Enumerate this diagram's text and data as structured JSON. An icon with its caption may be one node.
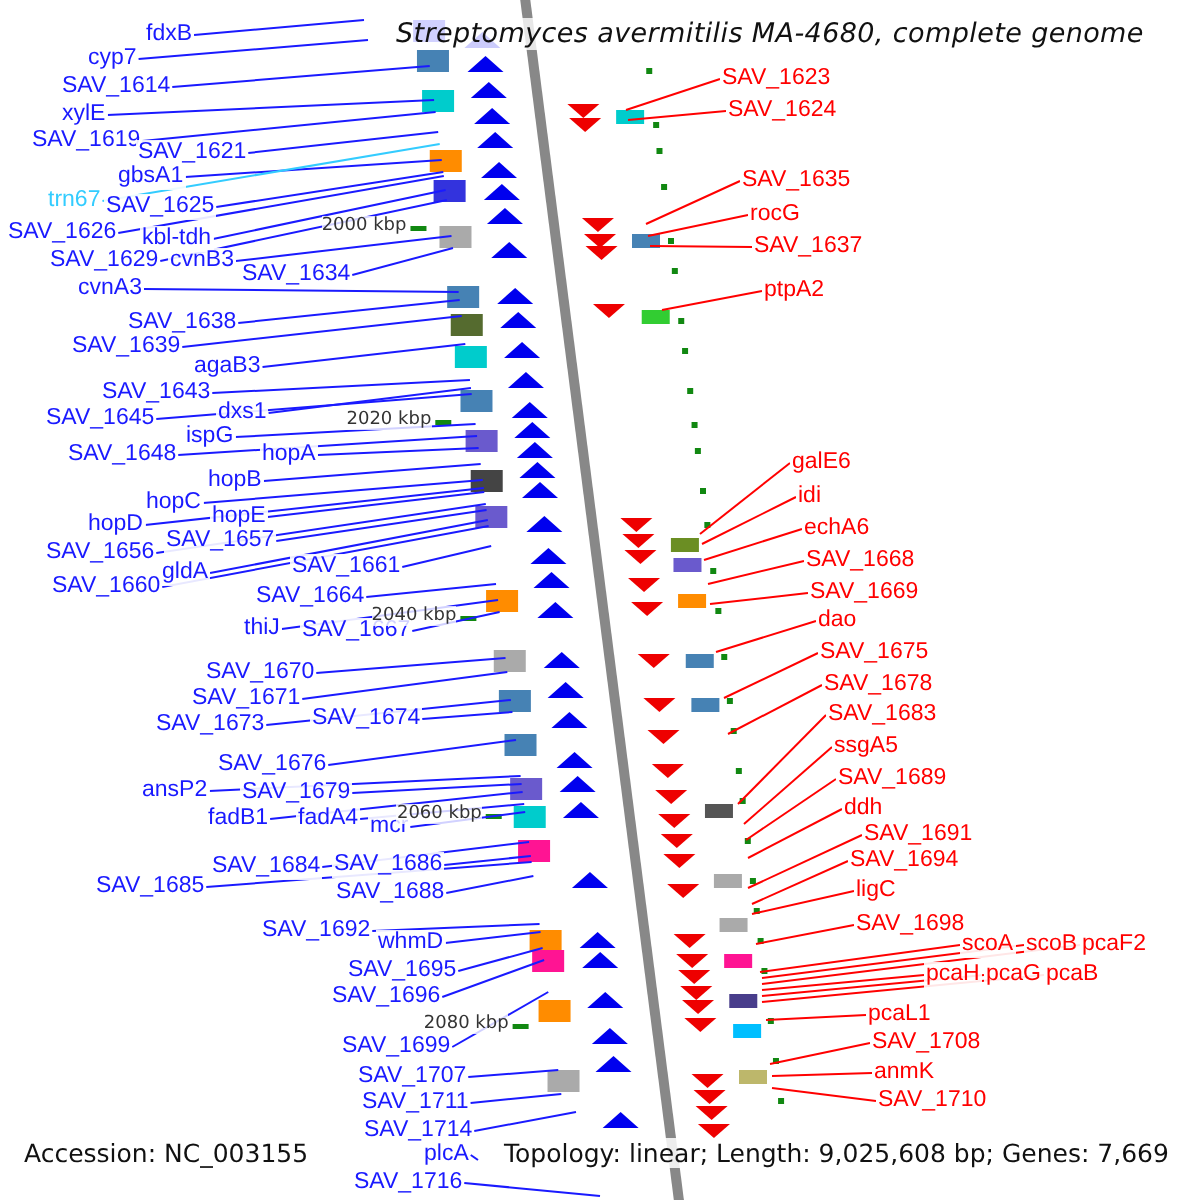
{
  "diagram": {
    "title": "Streptomyces avermitilis MA-4680, complete genome",
    "nodes": [
      {
        "text": [
          "fdxB"
        ]
      },
      {
        "text": [
          "cyp7"
        ]
      },
      {
        "text": [
          "SAV_1614"
        ]
      },
      {
        "text": [
          "xylE"
        ]
      },
      {
        "text": [
          "SAV_1619"
        ]
      },
      {
        "text": [
          "SAV_1621"
        ]
      },
      {
        "text": [
          "gbsA1"
        ]
      },
      {
        "text": [
          "trn67"
        ]
      },
      {
        "text": [
          "SAV_1625"
        ]
      },
      {
        "text": [
          "SAV_1626"
        ]
      },
      {
        "text": [
          "kbl-tdh"
        ]
      },
      {
        "text": [
          "SAV_1629"
        ]
      },
      {
        "text": [
          "cvnB3"
        ]
      },
      {
        "text": [
          "SAV_1634"
        ]
      },
      {
        "text": [
          "cvnA3"
        ]
      },
      {
        "text": [
          "SAV_1638"
        ]
      },
      {
        "text": [
          "SAV_1639"
        ]
      },
      {
        "text": [
          "agaB3"
        ]
      },
      {
        "text": [
          "SAV_1643"
        ]
      },
      {
        "text": [
          "SAV_1645"
        ]
      },
      {
        "text": [
          "dxs1"
        ]
      },
      {
        "text": [
          "ispG"
        ]
      },
      {
        "text": [
          "SAV_1648"
        ]
      },
      {
        "text": [
          "hopA"
        ]
      },
      {
        "text": [
          "hopB"
        ]
      },
      {
        "text": [
          "hopC"
        ]
      },
      {
        "text": [
          "hopE"
        ]
      },
      {
        "text": [
          "hopD"
        ]
      },
      {
        "text": [
          "SAV_1657"
        ]
      },
      {
        "text": [
          "SAV_1656"
        ]
      },
      {
        "text": [
          "gldA"
        ]
      },
      {
        "text": [
          "SAV_1661"
        ]
      },
      {
        "text": [
          "SAV_1660"
        ]
      },
      {
        "text": [
          "SAV_1664"
        ]
      },
      {
        "text": [
          "thiJ"
        ]
      },
      {
        "text": [
          "SAV_1667"
        ]
      },
      {
        "text": [
          "SAV_1670"
        ]
      },
      {
        "text": [
          "SAV_1671"
        ]
      },
      {
        "text": [
          "SAV_1673"
        ]
      },
      {
        "text": [
          "SAV_1674"
        ]
      },
      {
        "text": [
          "SAV_1676"
        ]
      },
      {
        "text": [
          "ansP2"
        ]
      },
      {
        "text": [
          "SAV_1679"
        ]
      },
      {
        "text": [
          "fadB1"
        ]
      },
      {
        "text": [
          "fadA4"
        ]
      },
      {
        "text": [
          "mcr"
        ]
      },
      {
        "text": [
          "SAV_1684"
        ]
      },
      {
        "text": [
          "SAV_1686"
        ]
      },
      {
        "text": [
          "SAV_1685"
        ]
      },
      {
        "text": [
          "SAV_1688"
        ]
      },
      {
        "text": [
          "SAV_1692"
        ]
      },
      {
        "text": [
          "whmD"
        ]
      },
      {
        "text": [
          "SAV_1695"
        ]
      },
      {
        "text": [
          "SAV_1696"
        ]
      },
      {
        "text": [
          "SAV_1699"
        ]
      },
      {
        "text": [
          "SAV_1707"
        ]
      },
      {
        "text": [
          "SAV_1711"
        ]
      },
      {
        "text": [
          "SAV_1714"
        ]
      },
      {
        "text": [
          "plcA"
        ]
      },
      {
        "text": [
          "SAV_1716"
        ]
      },
      {
        "text": [
          "SAV_1623"
        ]
      },
      {
        "text": [
          "SAV_1624"
        ]
      },
      {
        "text": [
          "SAV_1635"
        ]
      },
      {
        "text": [
          "rocG"
        ]
      },
      {
        "text": [
          "SAV_1637"
        ]
      },
      {
        "text": [
          "ptpA2"
        ]
      },
      {
        "text": [
          "galE6"
        ]
      },
      {
        "text": [
          "idi"
        ]
      },
      {
        "text": [
          "echA6"
        ]
      },
      {
        "text": [
          "SAV_1668"
        ]
      },
      {
        "text": [
          "SAV_1669"
        ]
      },
      {
        "text": [
          "dao"
        ]
      },
      {
        "text": [
          "SAV_1675"
        ]
      },
      {
        "text": [
          "SAV_1678"
        ]
      },
      {
        "text": [
          "SAV_1683"
        ]
      },
      {
        "text": [
          "ssgA5"
        ]
      },
      {
        "text": [
          "SAV_1689"
        ]
      },
      {
        "text": [
          "ddh"
        ]
      },
      {
        "text": [
          "SAV_1691"
        ]
      },
      {
        "text": [
          "SAV_1694"
        ]
      },
      {
        "text": [
          "ligC"
        ]
      },
      {
        "text": [
          "SAV_1698"
        ]
      },
      {
        "text": [
          "scoA"
        ]
      },
      {
        "text": [
          "scoB"
        ]
      },
      {
        "text": [
          "pcaF2"
        ]
      },
      {
        "text": [
          "pcaH"
        ]
      },
      {
        "text": [
          "pcaG"
        ]
      },
      {
        "text": [
          "pcaB"
        ]
      },
      {
        "text": [
          "pcaL1"
        ]
      },
      {
        "text": [
          "SAV_1708"
        ]
      },
      {
        "text": [
          "anmK"
        ]
      },
      {
        "text": [
          "SAV_1710"
        ]
      }
    ],
    "edges": [
      {
        "from": 0,
        "to": null,
        "arrow": "none"
      },
      {
        "from": 1,
        "to": null,
        "arrow": "none"
      },
      {
        "from": 2,
        "to": null,
        "arrow": "none"
      },
      {
        "from": 3,
        "to": null,
        "arrow": "none"
      },
      {
        "from": 4,
        "to": null,
        "arrow": "none"
      },
      {
        "from": 5,
        "to": null,
        "arrow": "none"
      },
      {
        "from": 6,
        "to": null,
        "arrow": "none"
      },
      {
        "from": 7,
        "to": null,
        "arrow": "none",
        "color": "#33ccff"
      },
      {
        "from": 8,
        "to": null,
        "arrow": "none"
      },
      {
        "from": 9,
        "to": null,
        "arrow": "none"
      },
      {
        "from": 10,
        "to": null,
        "arrow": "none"
      },
      {
        "from": 11,
        "to": null,
        "arrow": "none"
      },
      {
        "from": 12,
        "to": null,
        "arrow": "none"
      },
      {
        "from": 13,
        "to": null,
        "arrow": "none"
      },
      {
        "from": 14,
        "to": null,
        "arrow": "none"
      },
      {
        "from": 15,
        "to": null,
        "arrow": "none"
      },
      {
        "from": 16,
        "to": null,
        "arrow": "none"
      },
      {
        "from": 17,
        "to": null,
        "arrow": "none"
      },
      {
        "from": 18,
        "to": null,
        "arrow": "none"
      },
      {
        "from": 19,
        "to": null,
        "arrow": "none"
      },
      {
        "from": 20,
        "to": null,
        "arrow": "none"
      },
      {
        "from": 21,
        "to": null,
        "arrow": "none"
      },
      {
        "from": 22,
        "to": null,
        "arrow": "none"
      },
      {
        "from": 23,
        "to": null,
        "arrow": "none"
      },
      {
        "from": 24,
        "to": null,
        "arrow": "none"
      },
      {
        "from": 25,
        "to": null,
        "arrow": "none"
      },
      {
        "from": 26,
        "to": null,
        "arrow": "none"
      },
      {
        "from": 27,
        "to": null,
        "arrow": "none"
      },
      {
        "from": 28,
        "to": null,
        "arrow": "none"
      },
      {
        "from": 29,
        "to": null,
        "arrow": "none"
      },
      {
        "from": 30,
        "to": null,
        "arrow": "none"
      },
      {
        "from": 31,
        "to": null,
        "arrow": "none"
      },
      {
        "from": 32,
        "to": null,
        "arrow": "none"
      },
      {
        "from": 33,
        "to": null,
        "arrow": "none"
      },
      {
        "from": 34,
        "to": null,
        "arrow": "none"
      },
      {
        "from": 35,
        "to": null,
        "arrow": "none"
      },
      {
        "from": 36,
        "to": null,
        "arrow": "none"
      },
      {
        "from": 37,
        "to": null,
        "arrow": "none"
      },
      {
        "from": 38,
        "to": null,
        "arrow": "none"
      },
      {
        "from": 39,
        "to": null,
        "arrow": "none"
      },
      {
        "from": 40,
        "to": null,
        "arrow": "none"
      },
      {
        "from": 41,
        "to": null,
        "arrow": "none"
      },
      {
        "from": 42,
        "to": null,
        "arrow": "none"
      },
      {
        "from": 43,
        "to": null,
        "arrow": "none"
      },
      {
        "from": 44,
        "to": null,
        "arrow": "none"
      },
      {
        "from": 45,
        "to": null,
        "arrow": "none"
      },
      {
        "from": 46,
        "to": null,
        "arrow": "none"
      },
      {
        "from": 47,
        "to": null,
        "arrow": "none"
      },
      {
        "from": 48,
        "to": null,
        "arrow": "none"
      },
      {
        "from": 49,
        "to": null,
        "arrow": "none"
      },
      {
        "from": 50,
        "to": null,
        "arrow": "none"
      },
      {
        "from": 51,
        "to": null,
        "arrow": "none"
      },
      {
        "from": 52,
        "to": null,
        "arrow": "none"
      },
      {
        "from": 53,
        "to": null,
        "arrow": "none"
      },
      {
        "from": 54,
        "to": null,
        "arrow": "none"
      },
      {
        "from": 55,
        "to": null,
        "arrow": "none"
      },
      {
        "from": 56,
        "to": null,
        "arrow": "none"
      },
      {
        "from": 57,
        "to": null,
        "arrow": "none"
      },
      {
        "from": 58,
        "to": null,
        "arrow": "none"
      },
      {
        "from": 59,
        "to": null,
        "arrow": "none"
      },
      {
        "from": 60,
        "to": null,
        "arrow": "none",
        "color": "#ff0000"
      },
      {
        "from": 61,
        "to": null,
        "arrow": "none",
        "color": "#ff0000"
      },
      {
        "from": 62,
        "to": null,
        "arrow": "none",
        "color": "#ff0000"
      },
      {
        "from": 63,
        "to": null,
        "arrow": "none",
        "color": "#ff0000"
      },
      {
        "from": 64,
        "to": null,
        "arrow": "none",
        "color": "#ff0000"
      },
      {
        "from": 65,
        "to": null,
        "arrow": "none",
        "color": "#ff0000"
      },
      {
        "from": 66,
        "to": null,
        "arrow": "none",
        "color": "#ff0000"
      },
      {
        "from": 67,
        "to": null,
        "arrow": "none",
        "color": "#ff0000"
      },
      {
        "from": 68,
        "to": null,
        "arrow": "none",
        "color": "#ff0000"
      },
      {
        "from": 69,
        "to": null,
        "arrow": "none",
        "color": "#ff0000"
      },
      {
        "from": 70,
        "to": null,
        "arrow": "none",
        "color": "#ff0000"
      },
      {
        "from": 71,
        "to": null,
        "arrow": "none",
        "color": "#ff0000"
      },
      {
        "from": 72,
        "to": null,
        "arrow": "none",
        "color": "#ff0000"
      },
      {
        "from": 73,
        "to": null,
        "arrow": "none",
        "color": "#ff0000"
      },
      {
        "from": 74,
        "to": null,
        "arrow": "none",
        "color": "#ff0000"
      },
      {
        "from": 75,
        "to": null,
        "arrow": "none",
        "color": "#ff0000"
      },
      {
        "from": 76,
        "to": null,
        "arrow": "none",
        "color": "#ff0000"
      },
      {
        "from": 77,
        "to": null,
        "arrow": "none",
        "color": "#ff0000"
      },
      {
        "from": 78,
        "to": null,
        "arrow": "none",
        "color": "#ff0000"
      },
      {
        "from": 79,
        "to": null,
        "arrow": "none",
        "color": "#ff0000"
      },
      {
        "from": 80,
        "to": null,
        "arrow": "none",
        "color": "#ff0000"
      },
      {
        "from": 81,
        "to": null,
        "arrow": "none",
        "color": "#ff0000"
      },
      {
        "from": 82,
        "to": null,
        "arrow": "none",
        "color": "#ff0000"
      },
      {
        "from": 83,
        "to": null,
        "arrow": "none",
        "color": "#ff0000"
      },
      {
        "from": 84,
        "to": null,
        "arrow": "none",
        "color": "#ff0000"
      },
      {
        "from": 85,
        "to": null,
        "arrow": "none",
        "color": "#ff0000"
      },
      {
        "from": 86,
        "to": null,
        "arrow": "none",
        "color": "#ff0000"
      },
      {
        "from": 87,
        "to": null,
        "arrow": "none",
        "color": "#ff0000"
      },
      {
        "from": 88,
        "to": null,
        "arrow": "none",
        "color": "#ff0000"
      },
      {
        "from": 89,
        "to": null,
        "arrow": "none",
        "color": "#ff0000"
      },
      {
        "from": 90,
        "to": null,
        "arrow": "none",
        "color": "#ff0000"
      },
      {
        "from": 91,
        "to": null,
        "arrow": "none",
        "color": "#ff0000"
      }
    ],
    "labels": [
      "2000 kbp",
      "2020 kbp",
      "2040 kbp",
      "2060 kbp",
      "2080 kbp",
      "Accession: NC_003155",
      "Topology: linear; Length: 9,025,608 bp; Genes: 7,669"
    ]
  }
}
